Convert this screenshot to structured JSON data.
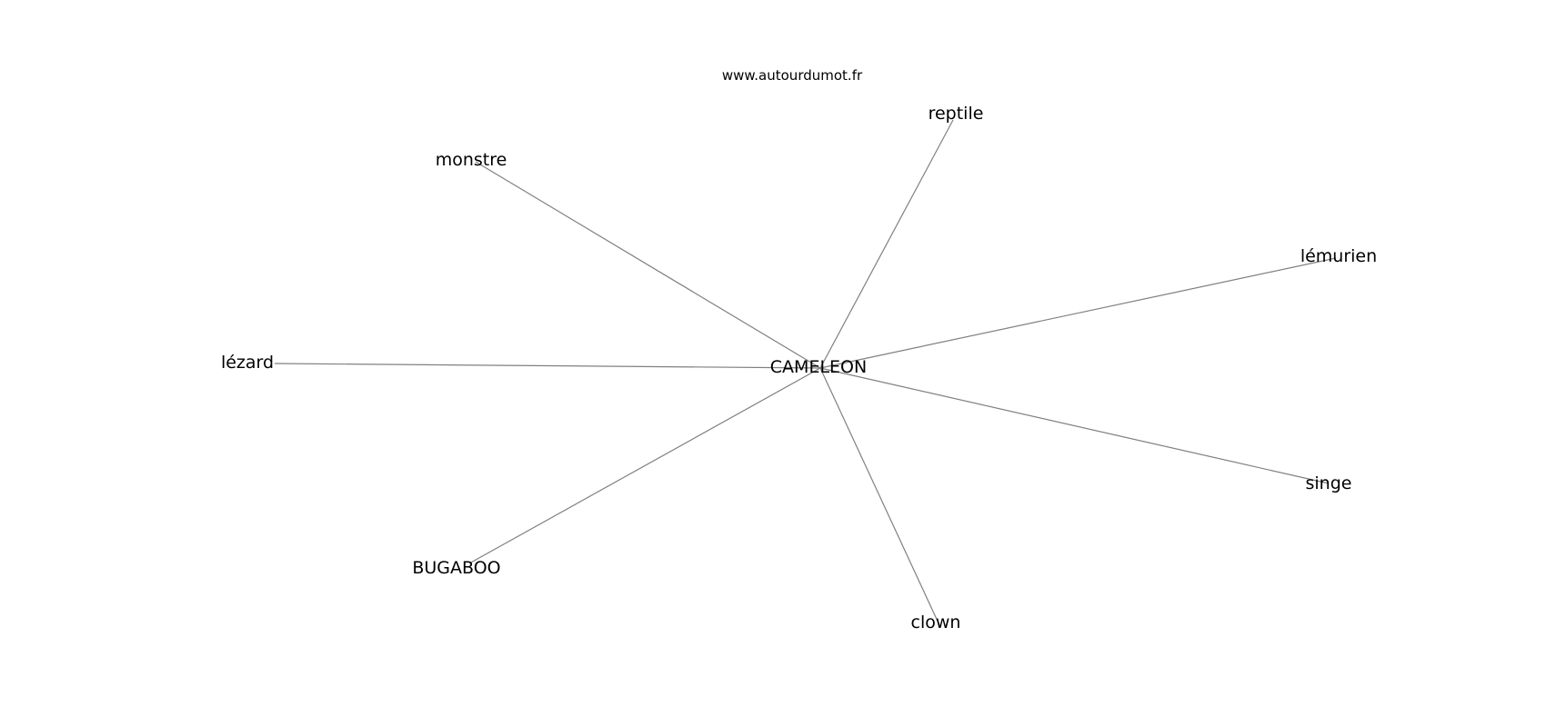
{
  "header": {
    "site": "www.autourdumot.fr"
  },
  "graph": {
    "center": "CAMELEON",
    "nodes": [
      "reptile",
      "monstre",
      "lémurien",
      "lézard",
      "singe",
      "BUGABOO",
      "clown"
    ],
    "edge_color": "#808080",
    "text_color": "#000000"
  }
}
